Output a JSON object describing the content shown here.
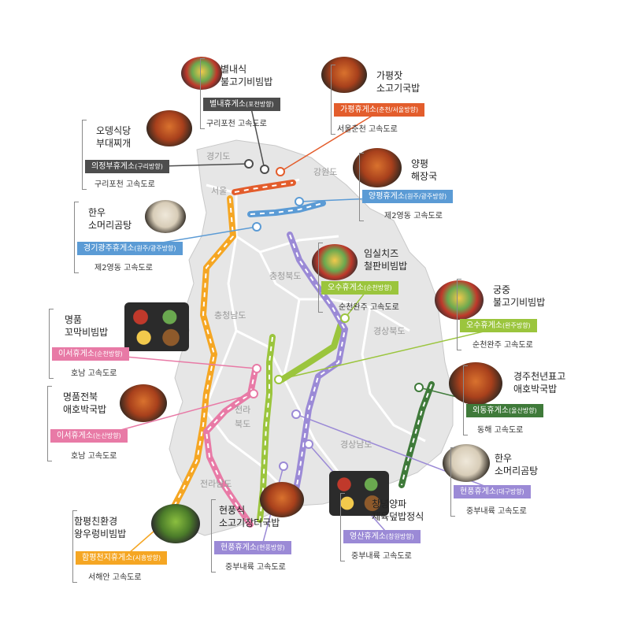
{
  "colors": {
    "land": "#e6e6e6",
    "landEdge": "#c9c9c9",
    "pink": "#e87aa6",
    "orange": "#f5a623",
    "green": "#9bc53d",
    "purple": "#9b8ad6",
    "blue": "#5b9bd5",
    "darkgreen": "#3f7a3a",
    "red": "#e35d2c",
    "darkgray": "#4d4d4d"
  },
  "regions": [
    {
      "id": "gyeonggi",
      "label": "경기도"
    },
    {
      "id": "seoul",
      "label": "서울"
    },
    {
      "id": "gangwon",
      "label": "강원도"
    },
    {
      "id": "chungbuk",
      "label": "충청북도"
    },
    {
      "id": "chungnam",
      "label": "충청남도"
    },
    {
      "id": "gyeongbuk",
      "label": "경상북도"
    },
    {
      "id": "jeonbuk1",
      "label": "전라"
    },
    {
      "id": "jeonbuk2",
      "label": "북도"
    },
    {
      "id": "gyeongnam",
      "label": "경상남도"
    },
    {
      "id": "jeonnam",
      "label": "전라남도"
    }
  ],
  "cards": [
    {
      "id": "byeollae",
      "title": [
        "별내식",
        "불고기비빔밥"
      ],
      "station": "별내휴게소",
      "direction": "(포천방향)",
      "road": "구리포천 고속도로",
      "color": "darkgray",
      "dish": "rice"
    },
    {
      "id": "gapyeong",
      "title": [
        "가평잣",
        "소고기국밥"
      ],
      "station": "가평휴게소",
      "direction": "(춘천/서울방향)",
      "road": "서울춘천 고속도로",
      "color": "red",
      "dish": "beef"
    },
    {
      "id": "uijeongbu",
      "title": [
        "오뎅식당",
        "부대찌개"
      ],
      "station": "의정부휴게소",
      "direction": "(구리방향)",
      "road": "구리포천 고속도로",
      "color": "darkgray",
      "dish": "beef"
    },
    {
      "id": "yangpyeong",
      "title": [
        "양평",
        "해장국"
      ],
      "station": "양평휴게소",
      "direction": "(원주/광주방향)",
      "road": "제2영동 고속도로",
      "color": "blue",
      "dish": "beef"
    },
    {
      "id": "gyeonggigwangju",
      "title": [
        "한우",
        "소머리곰탕"
      ],
      "station": "경기광주휴게소",
      "direction": "(원주/광주방향)",
      "road": "제2영동 고속도로",
      "color": "blue",
      "dish": "soup"
    },
    {
      "id": "imsil",
      "title": [
        "임실치즈",
        "철판비빔밥"
      ],
      "station": "오수휴게소",
      "direction": "(순천방향)",
      "road": "순천완주 고속도로",
      "color": "green",
      "dish": "rice"
    },
    {
      "id": "gungjung",
      "title": [
        "궁중",
        "불고기비빔밥"
      ],
      "station": "오수휴게소",
      "direction": "(완주방향)",
      "road": "순천완주 고속도로",
      "color": "green",
      "dish": "rice"
    },
    {
      "id": "myeongpum1",
      "title": [
        "명품",
        "꼬막비빔밥"
      ],
      "station": "이서휴게소",
      "direction": "(순천방향)",
      "road": "호남 고속도로",
      "color": "pink",
      "dish": "set"
    },
    {
      "id": "gyeongju",
      "title": [
        "경주천년표고",
        "애호박국밥"
      ],
      "station": "외동휴게소",
      "direction": "(울산방향)",
      "road": "동해 고속도로",
      "color": "darkgreen",
      "dish": "beef"
    },
    {
      "id": "myeongpum2",
      "title": [
        "명품전북",
        "애호박국밥"
      ],
      "station": "이서휴게소",
      "direction": "(논산방향)",
      "road": "호남 고속도로",
      "color": "pink",
      "dish": "beef"
    },
    {
      "id": "hanwoo2",
      "title": [
        "한우",
        "소머리곰탕"
      ],
      "station": "현풍휴게소",
      "direction": "(대구방향)",
      "road": "중부내륙 고속도로",
      "color": "purple",
      "dish": "soup"
    },
    {
      "id": "changnyeong",
      "title": [
        "창녕양파",
        "제육덮밥정식"
      ],
      "station": "영산휴게소",
      "direction": "(창원방향)",
      "road": "중부내륙 고속도로",
      "color": "purple",
      "dish": "set"
    },
    {
      "id": "hyeonpung",
      "title": [
        "현풍식",
        "소고기장터국밥"
      ],
      "station": "현풍휴게소",
      "direction": "(현풍방향)",
      "road": "중부내륙 고속도로",
      "color": "purple",
      "dish": "beef"
    },
    {
      "id": "hampyeong",
      "title": [
        "함평친환경",
        "왕우렁비빔밥"
      ],
      "station": "함평천지휴게소",
      "direction": "(시흥방향)",
      "road": "서해안 고속도로",
      "color": "orange",
      "dish": "green"
    }
  ]
}
